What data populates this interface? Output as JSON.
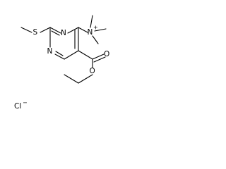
{
  "molecule": {
    "atoms": {
      "sulfur": "S",
      "ring_n1": "N",
      "ring_n3": "N",
      "ammonium_n": "N",
      "ammonium_charge": "+",
      "carbonyl_o": "O",
      "ester_o": "O",
      "counterion": "Cl",
      "counterion_charge": "−"
    }
  }
}
